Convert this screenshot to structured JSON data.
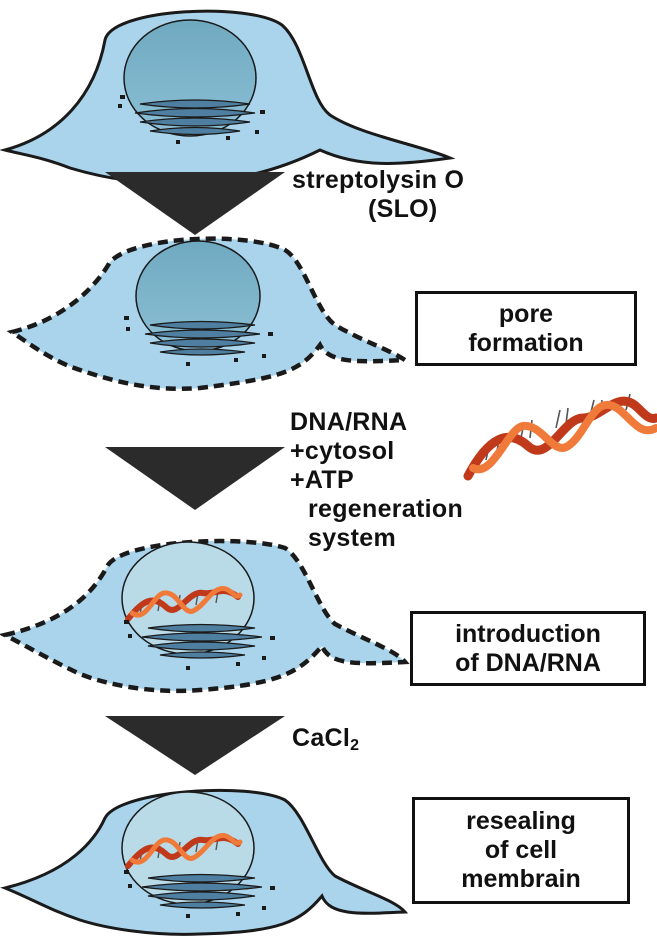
{
  "steps": {
    "step1": {
      "line1": "streptolysin O",
      "line2": "(SLO)"
    },
    "box1": {
      "line1": "pore",
      "line2": "formation"
    },
    "step2": {
      "line1": "DNA/RNA",
      "line2": "+cytosol",
      "line3": "+ATP",
      "line4": "regeneration",
      "line5": "system"
    },
    "box2": {
      "line1": "introduction",
      "line2": "of DNA/RNA"
    },
    "step3": {
      "main": "CaCl",
      "sub": "2"
    },
    "box3": {
      "line1": "resealing",
      "line2": "of cell",
      "line3": "membrain"
    }
  },
  "colors": {
    "cytoplasm": "#a9d4ec",
    "nucleus": "#7fb6cc",
    "nucleus_light": "#b9dbe8",
    "golgi": "#4e7fa0",
    "outline": "#1a1a1a",
    "arrow": "#2b2b2b",
    "dna_strand_light": "#f07a3a",
    "dna_strand_dark": "#c0391b"
  }
}
